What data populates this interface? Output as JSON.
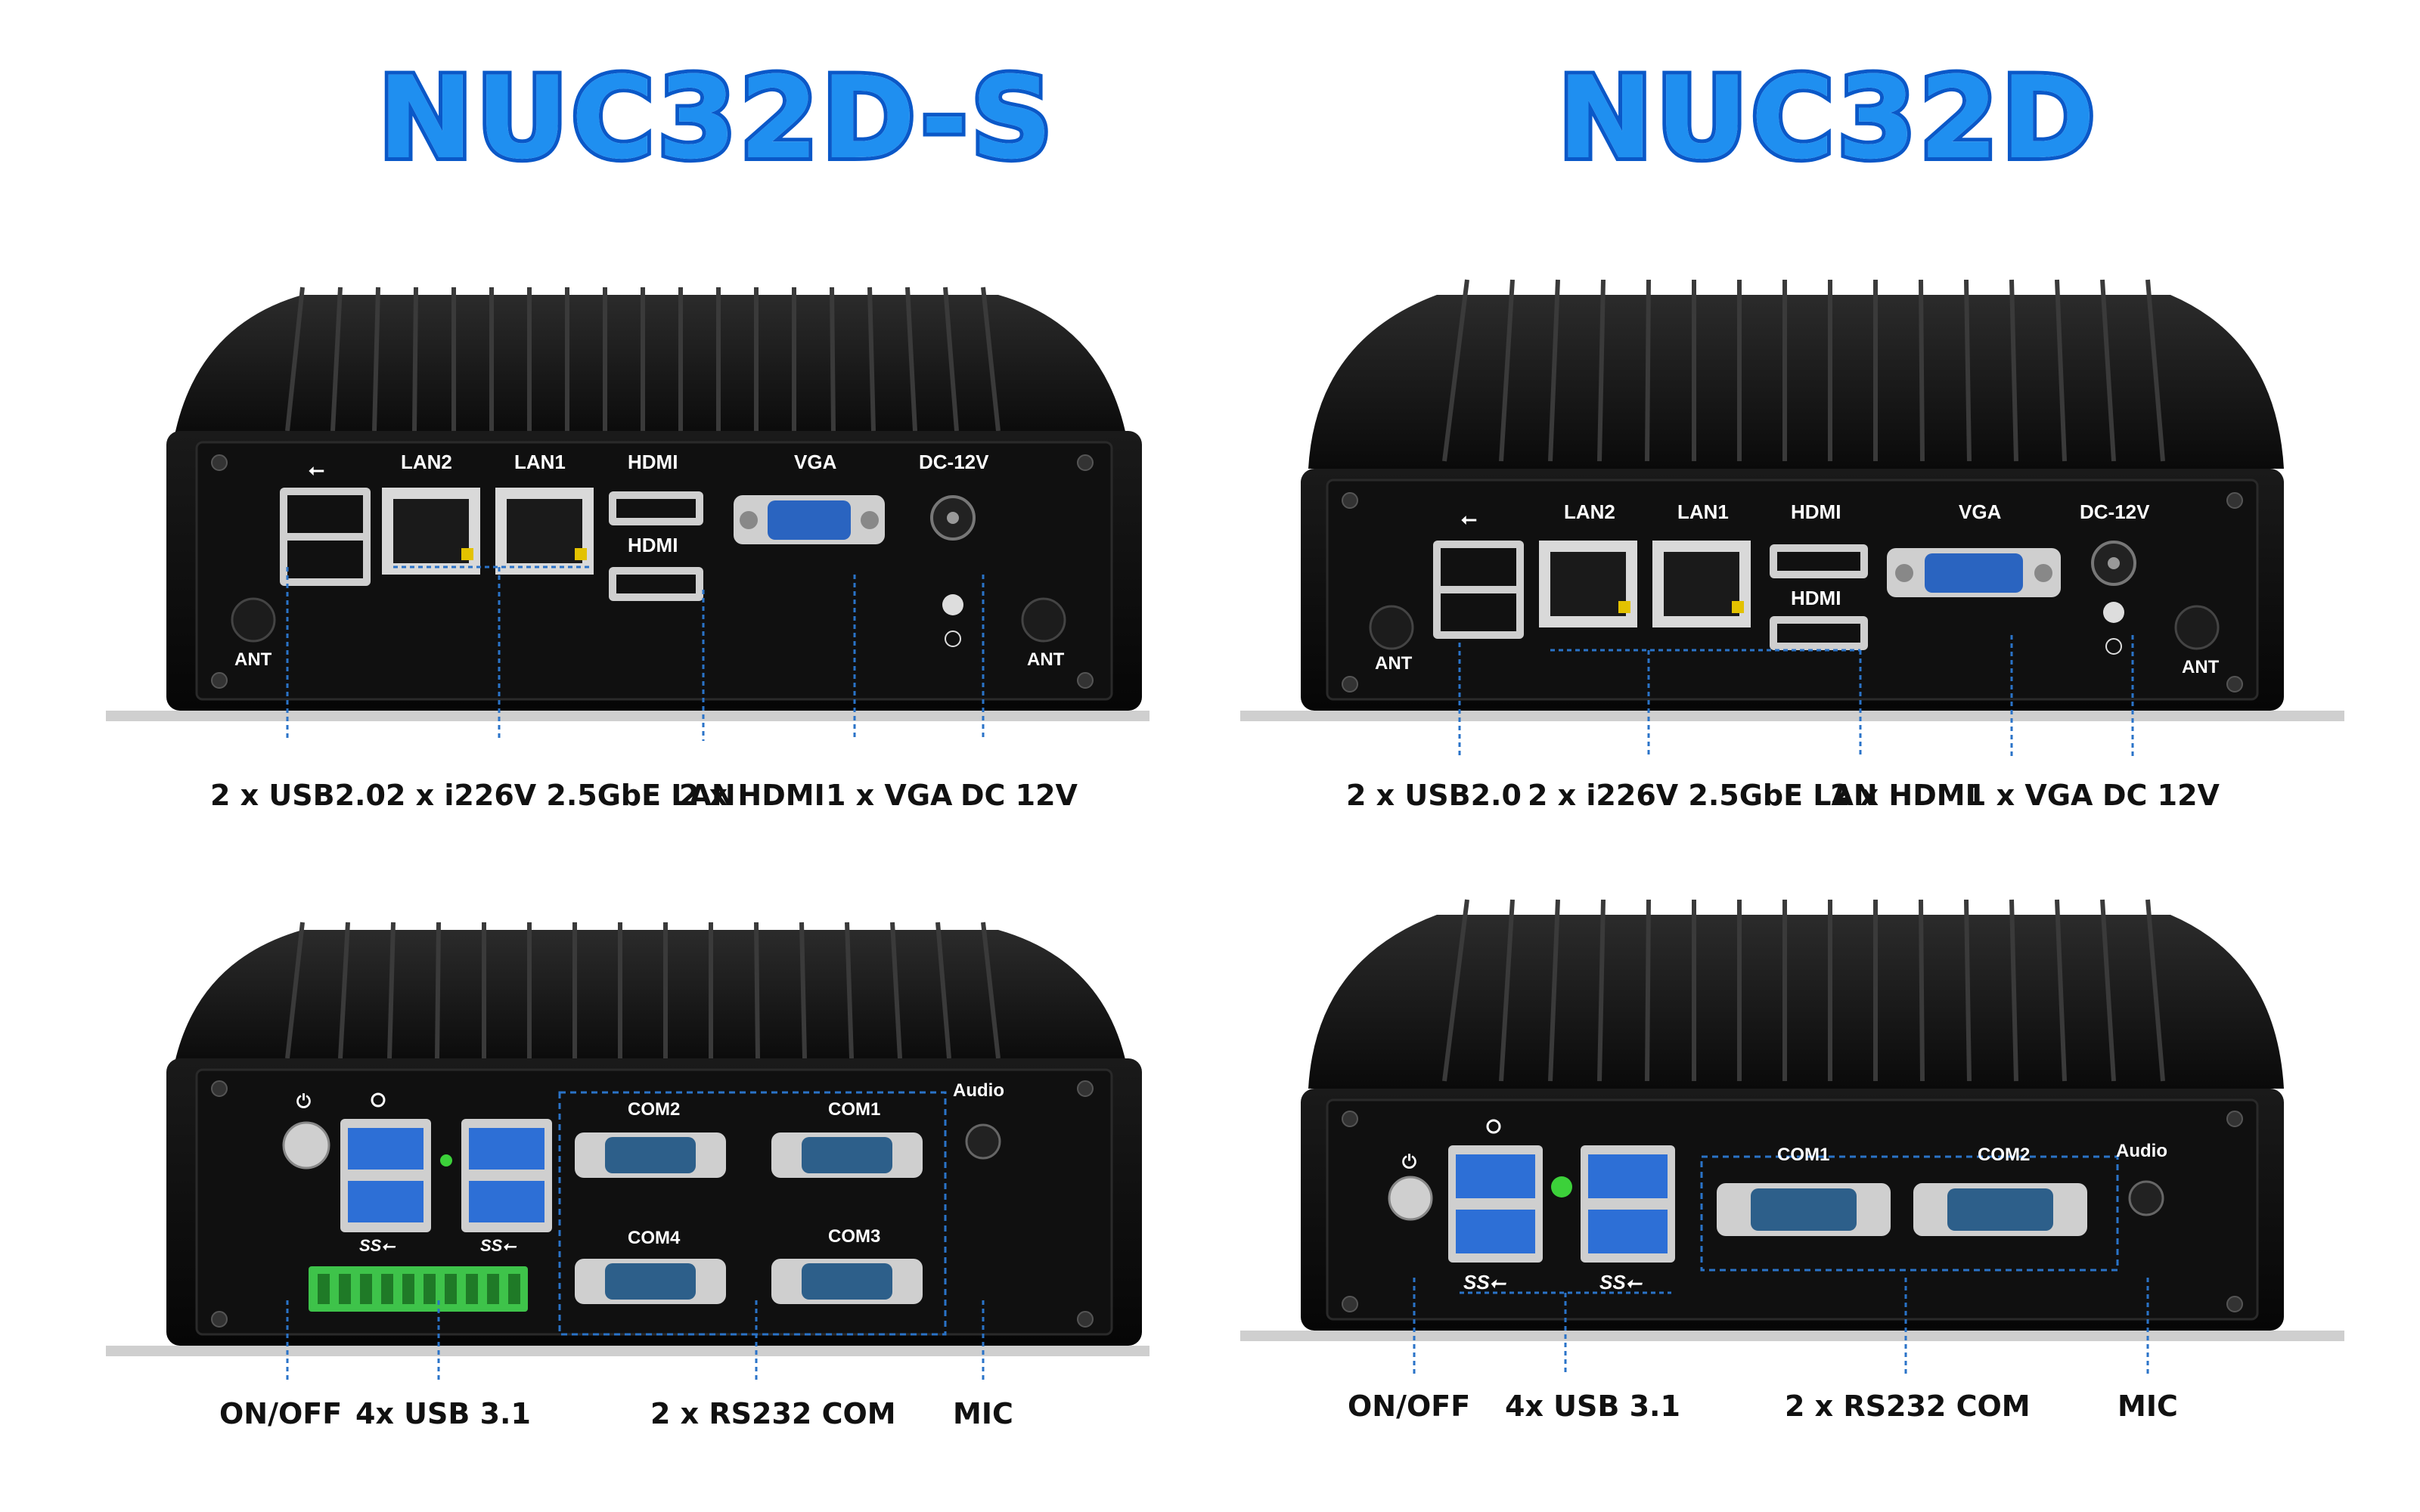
{
  "titles": {
    "left": "NUC32D-S",
    "right": "NUC32D"
  },
  "port_labels": {
    "usb": "⭠",
    "lan2": "LAN2",
    "lan1": "LAN1",
    "hdmi": "HDMI",
    "vga": "VGA",
    "dc": "DC-12V",
    "ant": "ANT",
    "com1": "COM1",
    "com2": "COM2",
    "com3": "COM3",
    "com4": "COM4",
    "audio": "Audio",
    "ss": "SS⭠"
  },
  "left_rear_callouts": [
    "2 x USB2.0",
    "2 x i226V 2.5GbE LAN",
    "2 x HDMI",
    "1 x VGA",
    "DC 12V"
  ],
  "left_front_callouts": [
    "ON/OFF",
    "4x USB 3.1",
    "2 x RS232 COM",
    "MIC"
  ],
  "right_rear_callouts": [
    "2 x USB2.0",
    "2 x i226V 2.5GbE LAN",
    "2 x HDMI",
    "1 x VGA",
    "DC 12V"
  ],
  "right_front_callouts": [
    "ON/OFF",
    "4x USB 3.1",
    "2 x RS232 COM",
    "MIC"
  ],
  "colors": {
    "title_fill": "#1f8ff0",
    "title_stroke": "#0a58c8",
    "callout_line": "#2a73c8",
    "usb3_blue": "#2d6fd6",
    "com_blue": "#2d5f8a",
    "vga_blue": "#2a64c0",
    "terminal_green": "#3ec34a",
    "led_green": "#3cd13a"
  }
}
